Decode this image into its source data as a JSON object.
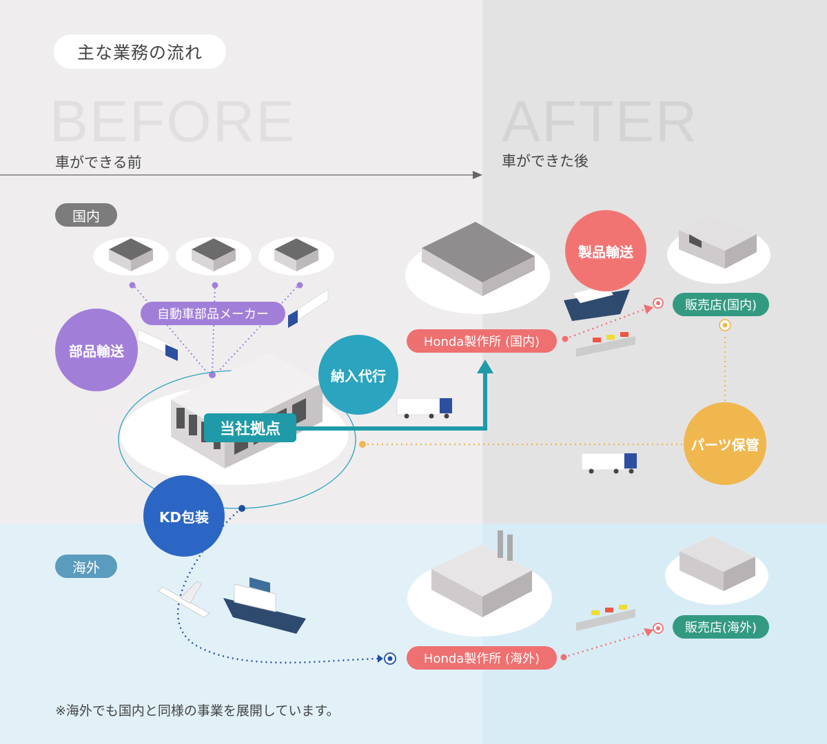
{
  "header": {
    "flow_title": "主な業務の流れ",
    "before_word": "BEFORE",
    "before_sub": "車ができる前",
    "after_word": "AFTER",
    "after_sub": "車ができた後"
  },
  "regions": {
    "domestic": "国内",
    "overseas": "海外"
  },
  "services": {
    "parts_transport": "部品輸送",
    "delivery_agent": "納入代行",
    "kd_packing": "KD包装",
    "product_transport": "製品輸送",
    "parts_storage": "パーツ保管"
  },
  "nodes": {
    "maker": "自動車部品メーカー",
    "hub": "当社拠点",
    "honda_domestic": "Honda製作所 (国内)",
    "honda_overseas": "Honda製作所 (海外)",
    "store_domestic": "販売店(国内)",
    "store_overseas": "販売店(海外)"
  },
  "footnote": "※海外でも国内と同様の事業を展開しています。",
  "colors": {
    "parts_transport": "#a17fd9",
    "delivery_agent": "#2aa4bf",
    "kd_packing": "#2c66c4",
    "product_transport": "#f27472",
    "parts_storage": "#f0b74f",
    "honda": "#ee7070",
    "store": "#339a82"
  }
}
